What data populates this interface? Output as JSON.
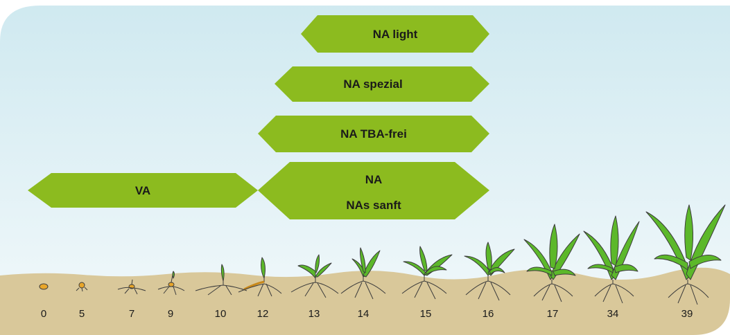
{
  "colors": {
    "sky_top": "#cfe9f0",
    "sky_bottom": "#f3f9fb",
    "ground": "#d9c89a",
    "arrow": "#8cbb1f",
    "plant": "#5cb82a",
    "seed": "#e8a62a",
    "line": "#3c3c3c"
  },
  "labels": {
    "na_light": "NA light",
    "na_spezial": "NA spezial",
    "na_tba": "NA TBA-frei",
    "na": "NA",
    "nas_sanft": "NAs sanft",
    "va": "VA"
  },
  "stages": [
    "0",
    "5",
    "7",
    "9",
    "10",
    "12",
    "13",
    "14",
    "15",
    "16",
    "17",
    "34",
    "39"
  ]
}
